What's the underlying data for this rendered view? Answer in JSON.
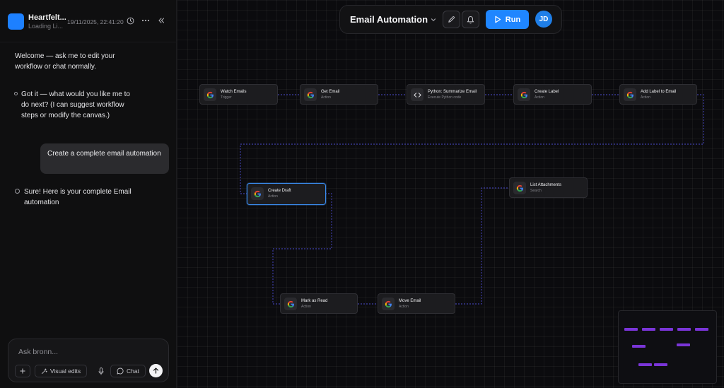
{
  "sidebar": {
    "app_title": "Heartfelt...",
    "app_subtitle": "Loading Li...",
    "timestamp": "19/11/2025, 22:41:20",
    "messages": {
      "welcome": "Welcome — ask me to edit your workflow or chat normally.",
      "assistant_1": "Got it — what would you like me to do next? (I can suggest workflow steps or modify the canvas.)",
      "user_1": "Create a complete email automation",
      "assistant_2": "Sure! Here is your complete Email automation"
    },
    "composer": {
      "placeholder": "Ask bronn...",
      "visual_edits_label": "Visual edits",
      "chat_label": "Chat"
    }
  },
  "topbar": {
    "workflow_name": "Email Automation",
    "run_label": "Run",
    "avatar_initials": "JD"
  },
  "nodes": [
    {
      "title": "Watch Emails",
      "subtitle": "Trigger",
      "icon": "google-icon"
    },
    {
      "title": "Get Email",
      "subtitle": "Action",
      "icon": "google-icon"
    },
    {
      "title": "Python: Summarize Email",
      "subtitle": "Execute Python code",
      "icon": "code-icon"
    },
    {
      "title": "Create Label",
      "subtitle": "Action",
      "icon": "google-icon"
    },
    {
      "title": "Add Label to Email",
      "subtitle": "Action",
      "icon": "google-icon"
    },
    {
      "title": "Create Draft",
      "subtitle": "Action",
      "icon": "google-icon"
    },
    {
      "title": "List Attachments",
      "subtitle": "Search",
      "icon": "google-icon"
    },
    {
      "title": "Mark as Read",
      "subtitle": "Action",
      "icon": "google-icon"
    },
    {
      "title": "Move Email",
      "subtitle": "Action",
      "icon": "google-icon"
    }
  ],
  "colors": {
    "accent": "#1f86ff",
    "edge": "#4b4bd0",
    "minimap_block": "#7a35d8",
    "selected_border": "#3a8cf0"
  }
}
